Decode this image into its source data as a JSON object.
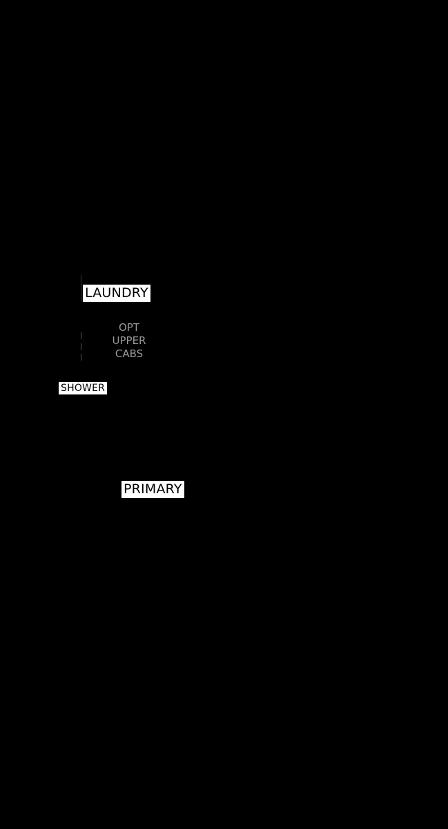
{
  "labels": {
    "laundry": "LAUNDRY",
    "shower": "SHOWER",
    "primary": "PRIMARY"
  },
  "note": {
    "line1": "OPT",
    "line2": "UPPER",
    "line3": "CABS"
  },
  "colors": {
    "background": "#000000",
    "label_bg": "#ffffff",
    "label_text": "#000000",
    "note_text": "#9a9a9a"
  }
}
